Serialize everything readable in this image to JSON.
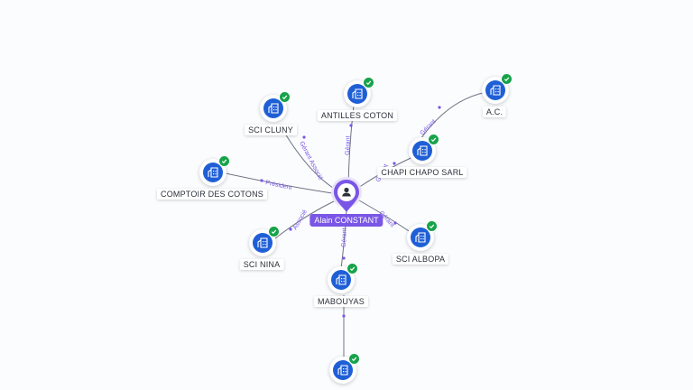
{
  "center": {
    "name": "Alain CONSTANT",
    "icon": "person-icon",
    "color": "#7a56e6"
  },
  "company_icon": "building-icon",
  "verified_icon": "check-badge-icon",
  "colors": {
    "company": "#1f5fd6",
    "verified": "#17a34a",
    "edge": "#6f7382",
    "edge_label": "#7a56e6"
  },
  "nodes": [
    {
      "label": "SCI CLUNY",
      "edge_label": "Gérant Associé"
    },
    {
      "label": "ANTILLES COTON",
      "edge_label": "Gérant"
    },
    {
      "label": "A.C.",
      "edge_label": "Gérant"
    },
    {
      "label": "CHAPI CHAPO SARL",
      "edge_label": "Gérant"
    },
    {
      "label": "COMPTOIR DES COTONS",
      "edge_label": "Président"
    },
    {
      "label": "SCI NINA",
      "edge_label": "Associé"
    },
    {
      "label": "SCI ALBOPA",
      "edge_label": "Gérant"
    },
    {
      "label": "MABOUYAS",
      "edge_label": "Gérant"
    },
    {
      "label": "",
      "edge_label": ""
    }
  ]
}
